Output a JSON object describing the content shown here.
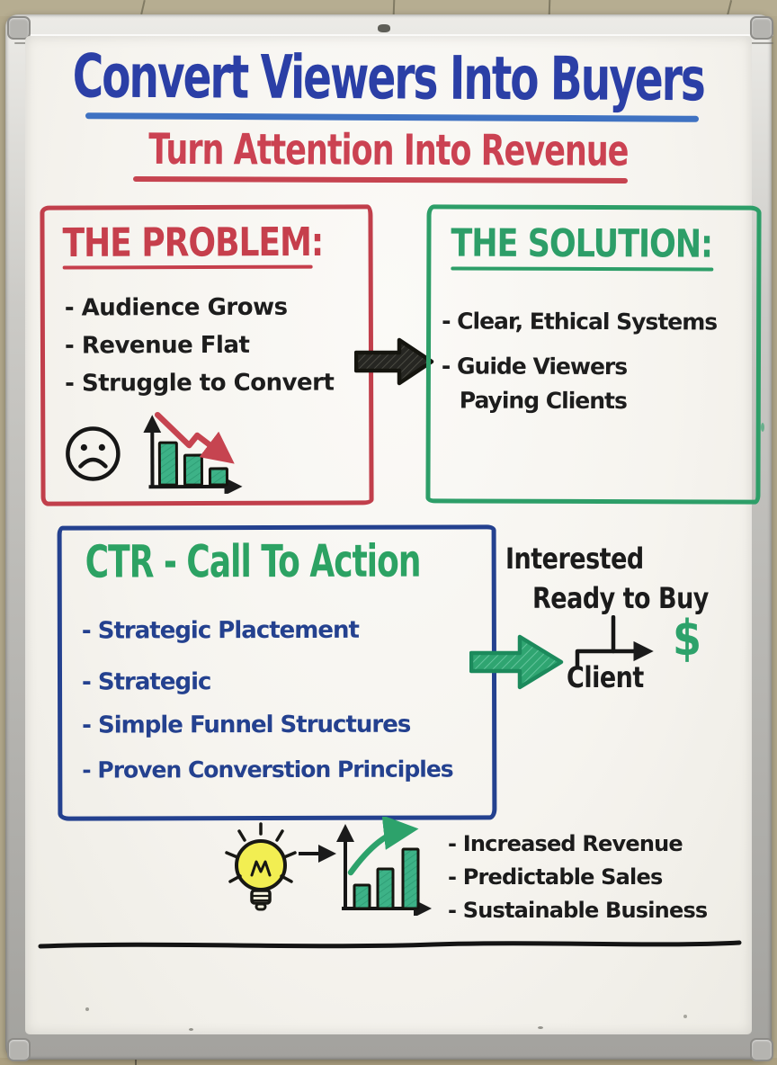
{
  "title": "Convert Viewers Into Buyers",
  "subtitle": "Turn Attention Into Revenue",
  "problem": {
    "heading": "THE PROBLEM:",
    "items": [
      "- Audience Grows",
      "- Revenue Flat",
      "- Struggle to Convert"
    ]
  },
  "solution": {
    "heading": "THE SOLUTION:",
    "items": [
      "- Clear, Ethical Systems",
      "- Guide Viewers",
      "Paying Clients"
    ]
  },
  "cta": {
    "heading": "CTR - Call To Action",
    "items": [
      "- Strategic Plactement",
      "- Strategic",
      "- Simple Funnel Structures",
      "- Proven Converstion Principles"
    ]
  },
  "funnel": {
    "interested": "Interested",
    "ready_to_buy": "Ready to Buy",
    "client": "Client",
    "dollar": "$"
  },
  "outcomes": [
    "- Increased Revenue",
    "- Predictable Sales",
    "- Sustainable Business"
  ],
  "icons": {
    "sad_face": "☹",
    "declining_chart": "📉",
    "problem_to_solution_arrow": "➡",
    "cta_result_arrow": "➡",
    "lightbulb": "💡",
    "idea_arrow": "→",
    "growth_chart": "📈",
    "dollar_sign": "$"
  },
  "colors": {
    "title_blue": "#2b3fa6",
    "underline_blue": "#3f72c2",
    "marker_red": "#c64450",
    "marker_green": "#2da26b",
    "marker_navy": "#24418f",
    "marker_black": "#1d1d1d",
    "bar_green": "#3db287",
    "bulb_yellow": "#f2ee52"
  }
}
